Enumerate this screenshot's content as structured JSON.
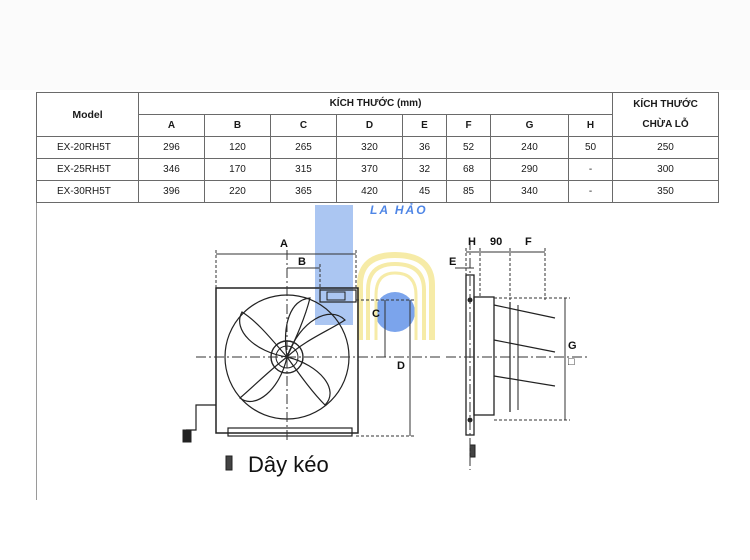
{
  "table": {
    "model_header": "Model",
    "dims_header": "KÍCH THƯỚC (mm)",
    "hole_header_line1": "KÍCH THƯỚC",
    "hole_header_line2": "CHỪA LỖ",
    "columns": [
      "A",
      "B",
      "C",
      "D",
      "E",
      "F",
      "G",
      "H"
    ],
    "rows": [
      {
        "model": "EX-20RH5T",
        "values": [
          "296",
          "120",
          "265",
          "320",
          "36",
          "52",
          "240",
          "50"
        ],
        "hole": "250"
      },
      {
        "model": "EX-25RH5T",
        "values": [
          "346",
          "170",
          "315",
          "370",
          "32",
          "68",
          "290",
          "-"
        ],
        "hole": "300"
      },
      {
        "model": "EX-30RH5T",
        "values": [
          "396",
          "220",
          "365",
          "420",
          "45",
          "85",
          "340",
          "-"
        ],
        "hole": "350"
      }
    ]
  },
  "watermark": {
    "text": "LA HẢO",
    "blue": "#4f86e6",
    "yellow": "#f3e58a"
  },
  "drawing": {
    "front_labels": {
      "a": "A",
      "b": "B",
      "c": "C",
      "d": "D"
    },
    "side_labels": {
      "h": "H",
      "ninety": "90",
      "f": "F",
      "e": "E",
      "g": "G"
    },
    "g_square": "□",
    "caption": "Dây kéo"
  }
}
